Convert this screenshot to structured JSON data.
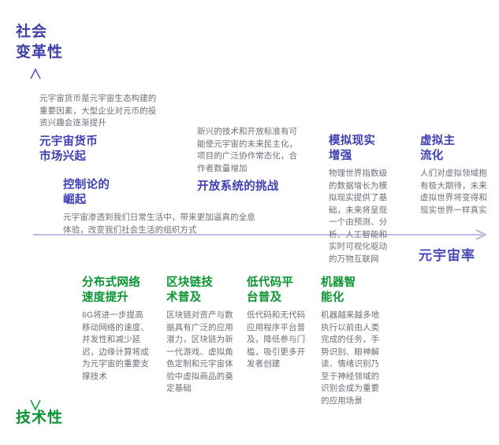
{
  "axes": {
    "top_label": "社会\n变革性",
    "top_label_line1": "社会",
    "top_label_line2": "变革性",
    "bottom_label_line1": "技术性",
    "right_label": "元宇宙率",
    "vertical_top_color": "#5B5BC6",
    "vertical_bottom_color": "#13A03A",
    "horizontal_color": "#A9A9D8",
    "top_text_color": "#3F3FA8",
    "bottom_text_color": "#0A9431"
  },
  "colors": {
    "heading_purple": "#4040B4",
    "heading_green": "#0A9431",
    "body_gray": "#6E6E78",
    "background": "#FFFFFF"
  },
  "cards": {
    "metaverse_currency": {
      "body": "元宇宙货币是元宇宙生态构建的重要因素，大型企业对元币的投资兴趣会逐渐提升",
      "head": "元宇宙货币\n市场兴起",
      "head_line1": "元宇宙货币",
      "head_line2": "市场兴起"
    },
    "cybernetics": {
      "head_line1": "控制论的",
      "head_line2": "崛起",
      "body": "元宇宙渗透到我们日常生活中，带来更加逼真的全息体验，改变我们社会生活的组织方式"
    },
    "open_systems": {
      "body": "新兴的技术和开放标准有可能使元宇宙的未来民主化，项目的广泛协作常态化，合作者数量增加",
      "head_line1": "开放系统的挑战"
    },
    "simulated_reality": {
      "head_line1": "模拟现实",
      "head_line2": "增强",
      "body": "物理世界指数级的数据增长为模拟现实提供了基础，未来将呈现一个由预测、分析、人工智能和实时可视化驱动的万物互联网"
    },
    "virtual_mainstream": {
      "head_line1": "虚拟主",
      "head_line2": "流化",
      "body": "人们对虚拟领域抱有极大期待，未来虚拟世界将变得和现实世界一样真实"
    },
    "distributed_network": {
      "head_line1": "分布式网络",
      "head_line2": "速度提升",
      "body": "6G将进一步提高移动网络的速度、并发性和减少延迟，边缘计算将成为元宇宙的重要支撑技术"
    },
    "blockchain": {
      "head_line1": "区块链技",
      "head_line2": "术普及",
      "body": "区块链对资产与数据具有广泛的应用潜力，区块链为新一代游戏、虚拟角色定制和元宇宙体验中虚拟商品的奠定基础"
    },
    "lowcode": {
      "head_line1": "低代码平",
      "head_line2": "台普及",
      "body": "低代码和无代码应用程序平台普及，降低参与门槛，吸引更多开发者创建"
    },
    "machine_intelligence": {
      "head_line1": "机器智",
      "head_line2": "能化",
      "body": "机器越来越多地执行以前由人类完成的任务，手势识别、眼神解读、情绪识别乃至于神经领域的识别会成为重要的应用场景"
    }
  }
}
